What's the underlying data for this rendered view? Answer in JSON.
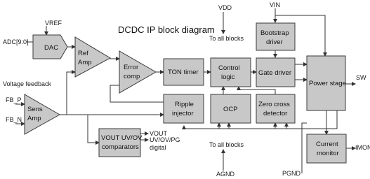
{
  "title": "DCDC IP block diagram",
  "blocks": {
    "dac": "DAC",
    "ref_amp": [
      "Ref",
      "Amp"
    ],
    "error_comp": [
      "Error",
      "comp"
    ],
    "sens_amp": [
      "Sens",
      "Amp"
    ],
    "ton_timer": "TON timer",
    "control_logic": [
      "Control",
      "logic"
    ],
    "gate_driver": "Gate driver",
    "bootstrap_driver": [
      "Bootstrap",
      "driver"
    ],
    "power_stage": "Power stage",
    "ripple_injector": [
      "Ripple",
      "injector"
    ],
    "ocp": "OCP",
    "zero_cross": [
      "Zero cross",
      "detector"
    ],
    "vout_comparators": [
      "VOUT UV/OV",
      "comparators"
    ],
    "current_monitor": [
      "Current",
      "monitor"
    ]
  },
  "signals": {
    "vref": "VREF",
    "adc": "ADC[9:0]",
    "voltage_feedback": "Voltage feedback",
    "fb_p": "FB_P",
    "fb_n": "FB_N",
    "vdd": "VDD",
    "vdd_note": "To all blocks",
    "vin": "VIN",
    "sw": "SW",
    "imon": "IMON",
    "pgnd": "PGND",
    "agnd": "AGND",
    "agnd_note": "To all blocks",
    "vout_out": "VOUT",
    "uv_ov_pg": "UV/OV/PG",
    "digital": "digital"
  }
}
